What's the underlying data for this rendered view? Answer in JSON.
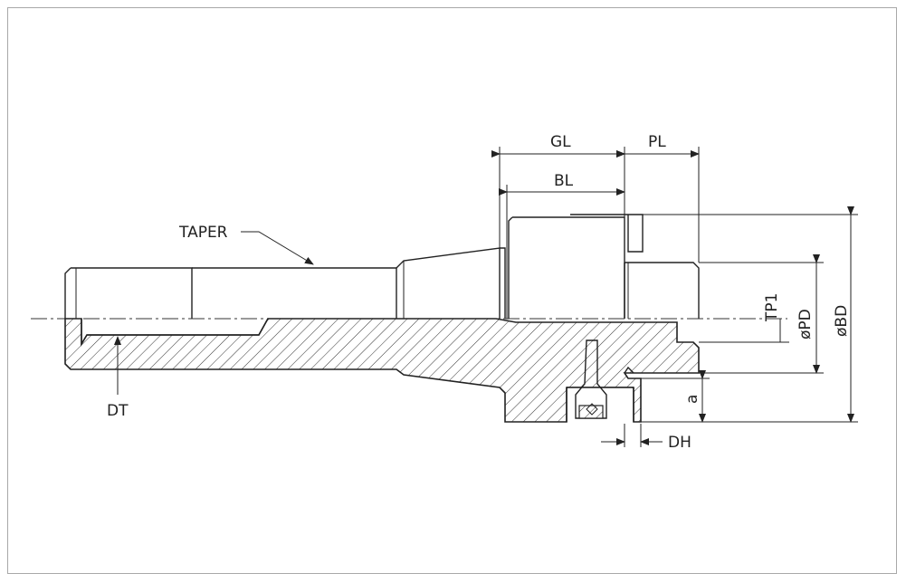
{
  "labels": {
    "gl": "GL",
    "pl": "PL",
    "bl": "BL",
    "taper": "TAPER",
    "dt": "DT",
    "tp1": "TP1",
    "pd": "øPD",
    "bd": "øBD",
    "a": "a",
    "dh": "DH"
  },
  "colors": {
    "line": "#222222",
    "frame": "#a8a8a8",
    "background": "#ffffff"
  }
}
